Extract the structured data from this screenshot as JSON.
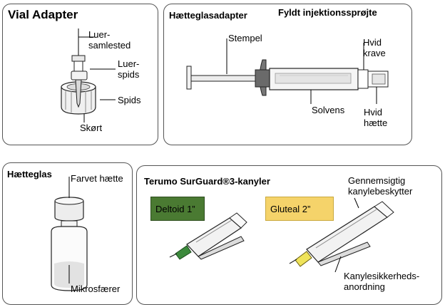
{
  "vial_adapter": {
    "title": "Vial Adapter",
    "labels": {
      "luer_hub": "Luer-\nsamlested",
      "luer_tip": "Luer-\nspids",
      "spike": "Spids",
      "skirt": "Skørt"
    }
  },
  "syringe": {
    "title_adapter": "Hætteglasadapter",
    "title_syringe": "Fyldt injektionssprøjte",
    "labels": {
      "plunger": "Stempel",
      "white_collar": "Hvid\nkrave",
      "solvent": "Solvens",
      "white_cap": "Hvid\nhætte"
    }
  },
  "vial": {
    "title": "Hætteglas",
    "labels": {
      "colored_cap": "Farvet hætte",
      "microspheres": "Mikrosfærer"
    }
  },
  "needles": {
    "title": "Terumo SurGuard®3-kanyler",
    "deltoid": {
      "label": "Deltoid 1”",
      "color": "#4a7a32"
    },
    "gluteal": {
      "label": "Gluteal 2”",
      "color": "#f5d36a"
    },
    "labels": {
      "protector": "Gennemsigtig\nkanylebeskytter",
      "safety": "Kanylesikkerheds-\nanordning"
    }
  }
}
